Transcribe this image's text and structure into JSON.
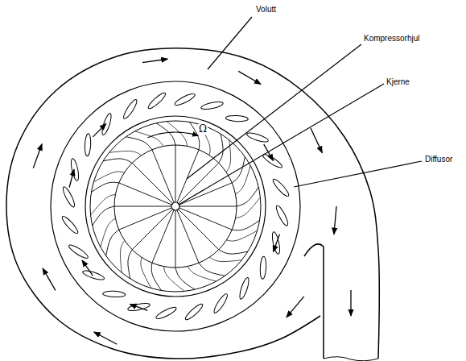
{
  "diagram": {
    "labels": [
      "Volutt",
      "Kompressorhjul",
      "Kjerne",
      "Diffusor",
      "Ω"
    ]
  }
}
